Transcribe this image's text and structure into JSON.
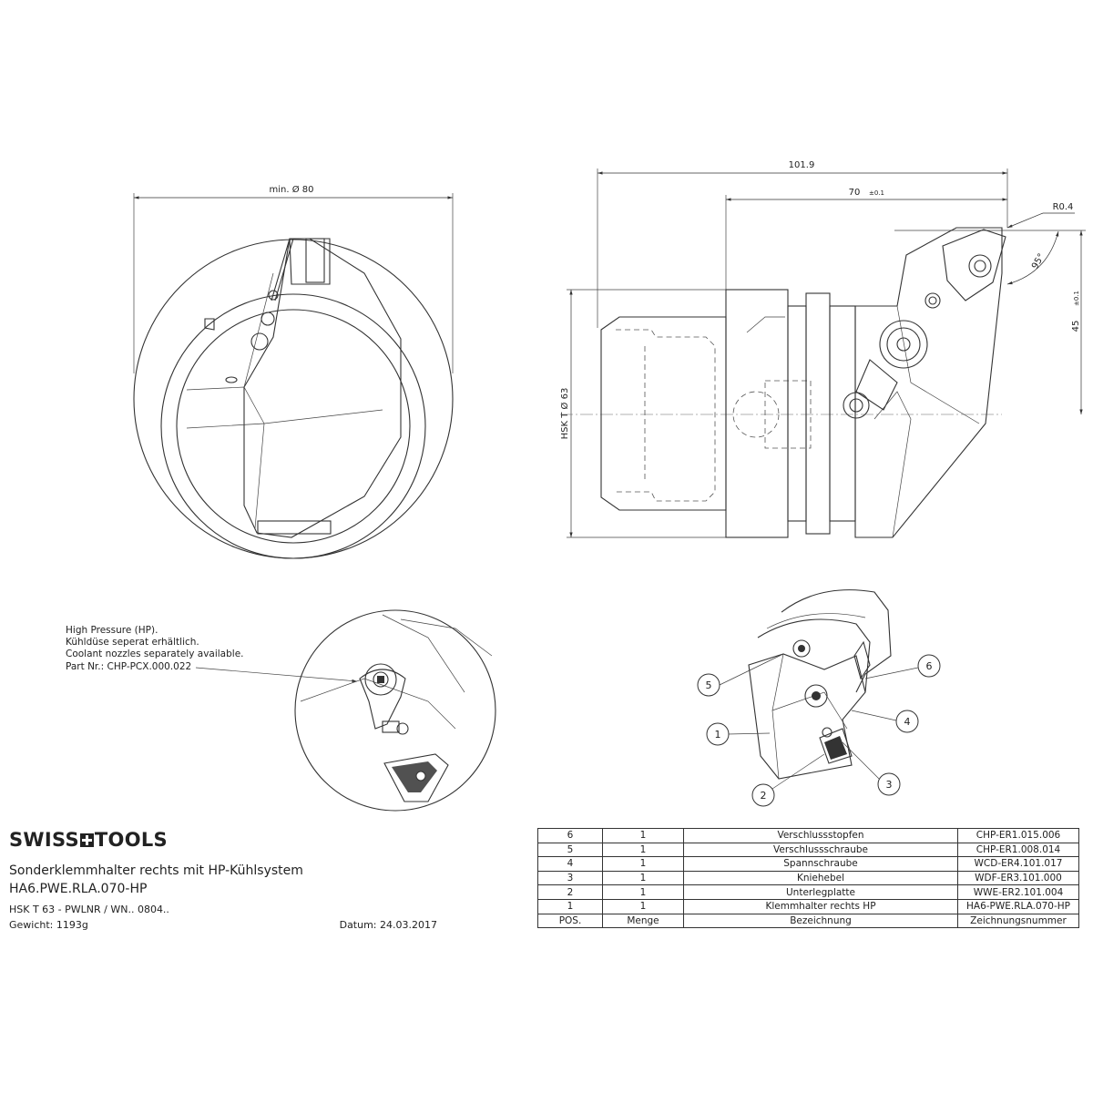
{
  "dimensions": {
    "min_diameter": "min. Ø 80",
    "length_total": "101.9",
    "length_70": "70",
    "length_70_tol": "±0.1",
    "radius": "R0.4",
    "angle": "95°",
    "height_45": "45",
    "height_45_tol": "±0.1",
    "hsk_diameter": "HSK T Ø 63"
  },
  "note": {
    "lines": [
      "High Pressure (HP).",
      "Kühldüse seperat erhältlich.",
      "Coolant nozzles separately available.",
      "Part Nr.: CHP-PCX.000.022"
    ]
  },
  "balloons": [
    "1",
    "2",
    "3",
    "4",
    "5",
    "6"
  ],
  "title_block": {
    "brand_left": "SWISS",
    "brand_right": "TOOLS",
    "description": "Sonderklemmhalter rechts mit HP-Kühlsystem",
    "article_code": "HA6.PWE.RLA.070-HP",
    "spec": "HSK T 63 - PWLNR / WN.. 0804..",
    "weight": "Gewicht: 1193g",
    "date": "Datum: 24.03.2017"
  },
  "parts_table": {
    "headers": [
      "POS.",
      "Menge",
      "Bezeichnung",
      "Zeichnungsnummer"
    ],
    "rows": [
      [
        "6",
        "1",
        "Verschlussstopfen",
        "CHP-ER1.015.006"
      ],
      [
        "5",
        "1",
        "Verschlussschraube",
        "CHP-ER1.008.014"
      ],
      [
        "4",
        "1",
        "Spannschraube",
        "WCD-ER4.101.017"
      ],
      [
        "3",
        "1",
        "Kniehebel",
        "WDF-ER3.101.000"
      ],
      [
        "2",
        "1",
        "Unterlegplatte",
        "WWE-ER2.101.004"
      ],
      [
        "1",
        "1",
        "Klemmhalter rechts HP",
        "HA6-PWE.RLA.070-HP"
      ]
    ]
  }
}
